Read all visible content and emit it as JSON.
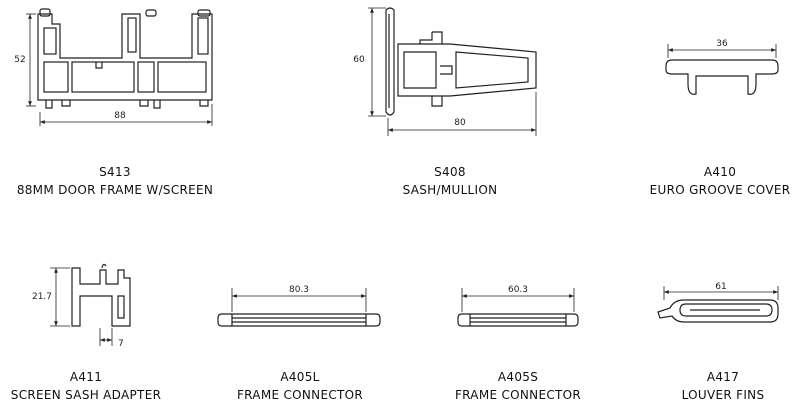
{
  "profiles": [
    {
      "code": "S413",
      "name": "88MM DOOR FRAME W/SCREEN",
      "dims": [
        "52",
        "88"
      ]
    },
    {
      "code": "S408",
      "name": "SASH/MULLION",
      "dims": [
        "60",
        "80"
      ]
    },
    {
      "code": "A410",
      "name": "EURO GROOVE COVER",
      "dims": [
        "36"
      ]
    },
    {
      "code": "A411",
      "name": "SCREEN SASH ADAPTER",
      "dims": [
        "21.7",
        "7"
      ]
    },
    {
      "code": "A405L",
      "name": "FRAME CONNECTOR",
      "dims": [
        "80.3"
      ]
    },
    {
      "code": "A405S",
      "name": "FRAME CONNECTOR",
      "dims": [
        "60.3"
      ]
    },
    {
      "code": "A417",
      "name": "LOUVER FINS",
      "dims": [
        "61"
      ]
    }
  ]
}
